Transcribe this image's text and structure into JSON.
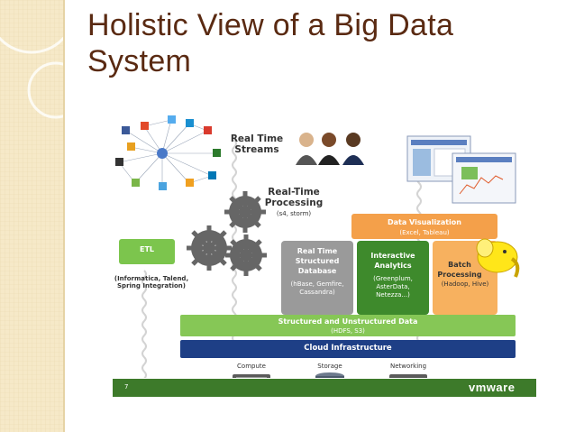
{
  "slide": {
    "title": "Holistic View of a Big Data System"
  },
  "diagram": {
    "real_time_streams": "Real Time Streams",
    "real_time_processing": "Real-Time Processing",
    "real_time_processing_sub": "(s4, storm)",
    "etl": {
      "label": "ETL",
      "sub": "(Informatica, Talend, Spring Integration)"
    },
    "data_visualization": {
      "label": "Data Visualization",
      "sub": "(Excel, Tableau)"
    },
    "rt_structured_db": {
      "label": "Real Time Structured Database",
      "sub": "(hBase, Gemfire, Cassandra)"
    },
    "interactive_analytics": {
      "label": "Interactive Analytics",
      "sub": "(Greenplum, AsterData, Netezza...)"
    },
    "batch_processing": {
      "label": "Batch Processing",
      "sub": "(Hadoop, Hive)"
    },
    "structured_data": {
      "label": "Structured and Unstructured Data",
      "sub": "(HDFS, S3)"
    },
    "cloud": "Cloud Infrastructure",
    "infra": [
      "Compute",
      "Storage",
      "Networking"
    ],
    "footer_page": "7",
    "footer_brand": "vmware"
  },
  "colors": {
    "title": "#5a2a12",
    "etl": "#7cc54d",
    "data_viz": "#f4a04a",
    "rt_db": "#9a9a9a",
    "interactive": "#3e8a2c",
    "batch": "#f7b15f",
    "structured": "#86c756",
    "cloud": "#1e3f86",
    "footer": "#5a9a3c"
  }
}
